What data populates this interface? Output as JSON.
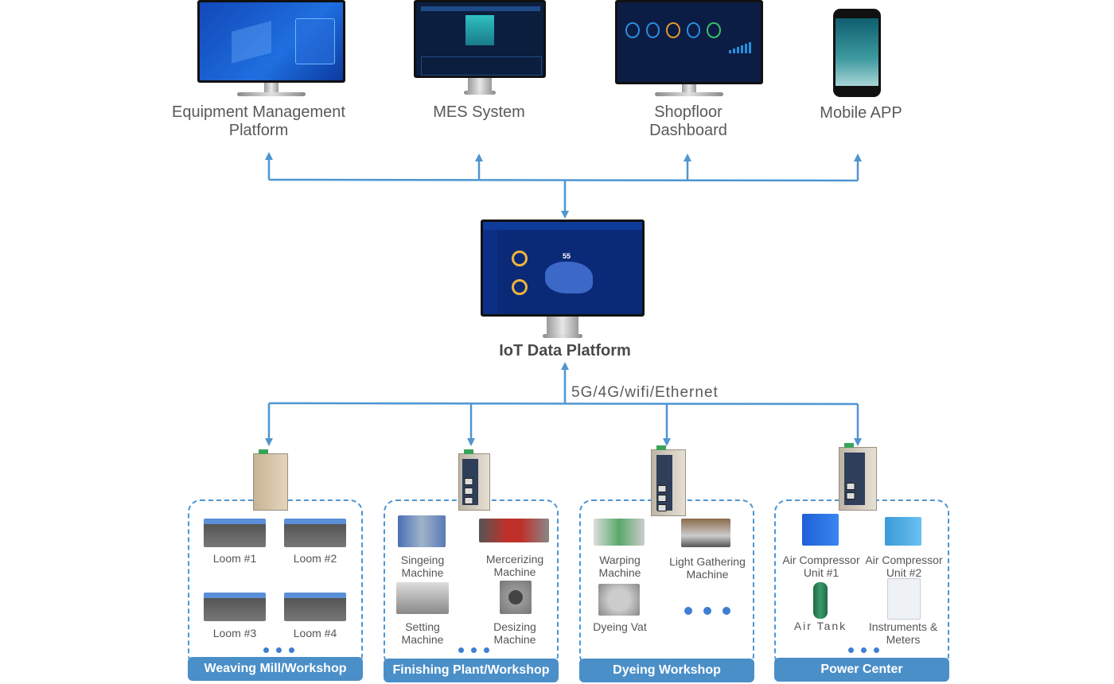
{
  "top_layer": [
    {
      "id": "equipment-management",
      "label_lines": [
        "Equipment Management",
        "Platform"
      ]
    },
    {
      "id": "mes",
      "label_lines": [
        "MES System"
      ]
    },
    {
      "id": "shopfloor-dashboard",
      "label_lines": [
        "Shopfloor",
        "Dashboard"
      ]
    },
    {
      "id": "mobile-app",
      "label_lines": [
        "Mobile APP"
      ]
    }
  ],
  "center": {
    "label": "IoT Data Platform",
    "map_number": "55"
  },
  "network_label": "5G/4G/wifi/Ethernet",
  "colors": {
    "connector": "#4e96d2",
    "title_bar": "#4a8fc8",
    "dots": "#3f7ed4",
    "text": "#595959"
  },
  "workshops": [
    {
      "title": "Weaving Mill/Workshop",
      "items": [
        "Loom #1",
        "Loom #2",
        "Loom #3",
        "Loom #4"
      ],
      "more": "..."
    },
    {
      "title": "Finishing Plant/Workshop",
      "items": [
        "Singeing Machine",
        "Mercerizing Machine",
        "Setting Machine",
        "Desizing Machine"
      ],
      "more": "..."
    },
    {
      "title": "Dyeing Workshop",
      "items": [
        "Warping Machine",
        "Light Gathering Machine",
        "Dyeing Vat"
      ],
      "more": "..."
    },
    {
      "title": "Power Center",
      "items": [
        "Air Compressor Unit #1",
        "Air Compressor Unit #2",
        "Air Tank",
        "Instruments & Meters"
      ],
      "more": "..."
    }
  ]
}
